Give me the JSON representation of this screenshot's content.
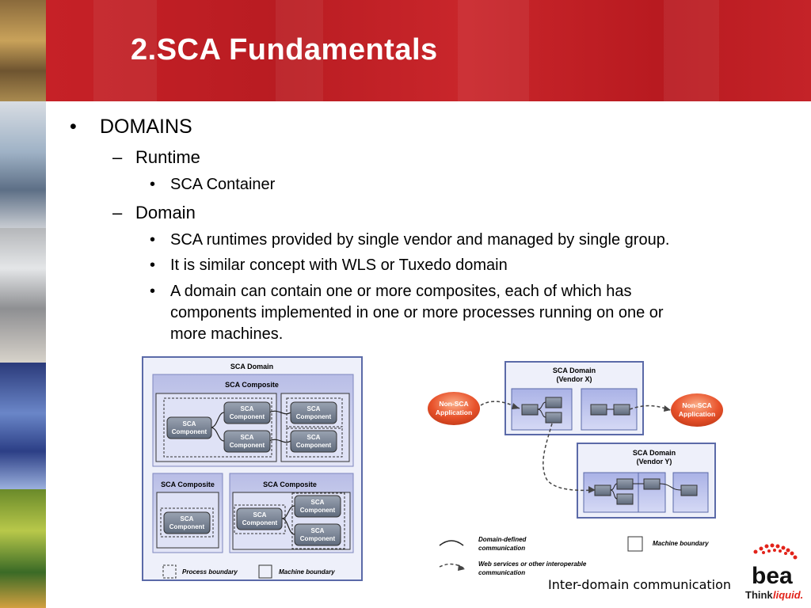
{
  "slide": {
    "title": "2.SCA Fundamentals",
    "bullets": {
      "b1": "DOMAINS",
      "b1_1": "Runtime",
      "b1_1_1": "SCA Container",
      "b1_2": "Domain",
      "b1_2_1": "SCA runtimes provided by single vendor and managed by single group.",
      "b1_2_2": "It is similar concept with WLS or Tuxedo domain",
      "b1_2_3_line1": "A domain can contain one or more composites, each of which has",
      "b1_2_3_line2": "components implemented in one or more processes running on one or",
      "b1_2_3_line3": "more machines."
    },
    "bullet_glyphs": {
      "disc": "•",
      "dash": "–"
    },
    "left_diagram": {
      "domain_label": "SCA Domain",
      "composite_top_label": "SCA Composite",
      "component": "SCA\nComponent",
      "composite_bl_label": "SCA Composite",
      "composite_br_label": "SCA Composite",
      "legend_process": "Process boundary",
      "legend_machine": "Machine boundary"
    },
    "right_diagram": {
      "domain_x_line1": "SCA Domain",
      "domain_x_line2": "(Vendor X)",
      "domain_y_line1": "SCA Domain",
      "domain_y_line2": "(Vendor Y)",
      "non_sca_line1": "Non-SCA",
      "non_sca_line2": "Application",
      "legend_domain_line1": "Domain-defined",
      "legend_domain_line2": "communication",
      "legend_ws_line1": "Web services or other interoperable",
      "legend_ws_line2": "communication",
      "legend_machine": "Machine boundary"
    },
    "caption": "Inter-domain communication",
    "logo": {
      "brand": "bea",
      "tagline_1": "Think",
      "tagline_2": "liquid.",
      "color": "#e2231a"
    },
    "colors": {
      "header_red": "#c1202a",
      "box_blue_dark": "#5b6aa8",
      "box_blue_light": "#c8cdef",
      "component_gray": "#7a8494",
      "orange": "#e8522b"
    }
  }
}
